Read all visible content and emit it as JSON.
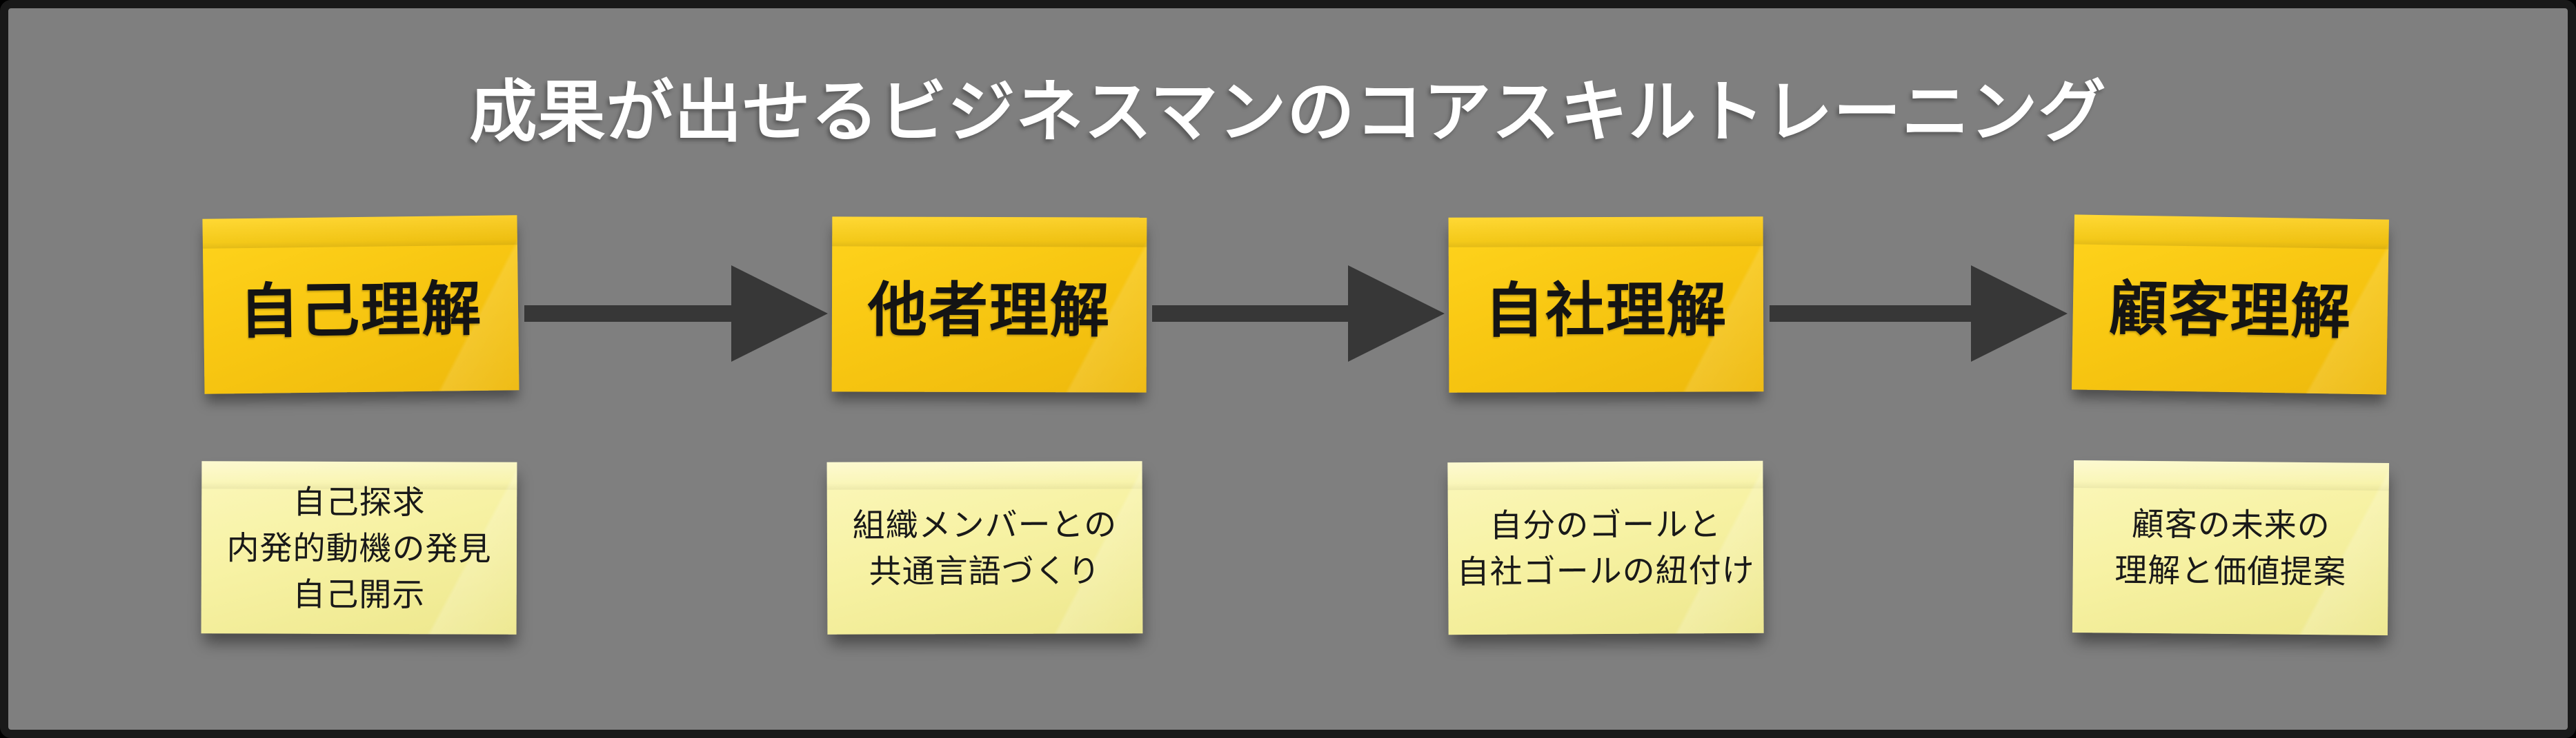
{
  "title": "成果が出せるビジネスマンのコアスキルトレーニング",
  "colors": {
    "background": "#7f7f7f",
    "frame": "#191919",
    "step_box_yellow": "#f8c712",
    "note_yellow": "#f7f2a4",
    "arrow": "#373737",
    "title_text": "#ffffff",
    "label_text": "#141414"
  },
  "steps": [
    {
      "label": "自己理解",
      "note": [
        "自己探求",
        "内発的動機の発見",
        "自己開示"
      ]
    },
    {
      "label": "他者理解",
      "note": [
        "組織メンバーとの",
        "共通言語づくり"
      ]
    },
    {
      "label": "自社理解",
      "note": [
        "自分のゴールと",
        "自社ゴールの紐付け"
      ]
    },
    {
      "label": "顧客理解",
      "note": [
        "顧客の未来の",
        "理解と価値提案"
      ]
    }
  ]
}
